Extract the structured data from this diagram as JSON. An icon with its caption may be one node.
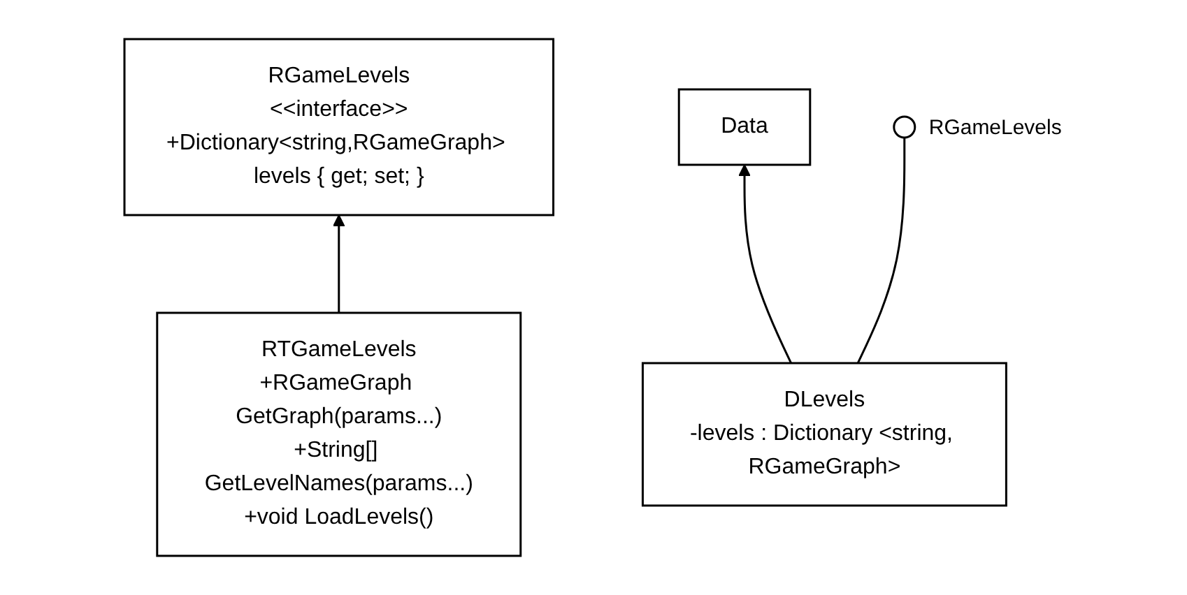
{
  "diagram": {
    "nodes": [
      {
        "text": [
          "RGameLevels",
          "<<interface>>",
          "+Dictionary<string,RGameGraph> levels { get; set; }"
        ]
      },
      {
        "text": [
          "Data"
        ]
      },
      {
        "text": [
          "RTGameLevels",
          "+RGameGraph GetGraph(params...)",
          "+String[] GetLevelNames(params...)",
          "+void LoadLevels()"
        ]
      },
      {
        "text": [
          "DLevels",
          "-levels : Dictionary <string, RGameGraph>"
        ]
      },
      {
        "text": [],
        "shape": "circle",
        "beside": [
          "RGameLevels"
        ]
      }
    ],
    "edges": [
      {
        "from": 2,
        "to": 0,
        "arrow": "to"
      },
      {
        "from": 3,
        "to": 1,
        "arrow": "to"
      },
      {
        "from": 3,
        "to": 4,
        "arrow": "none"
      }
    ]
  }
}
